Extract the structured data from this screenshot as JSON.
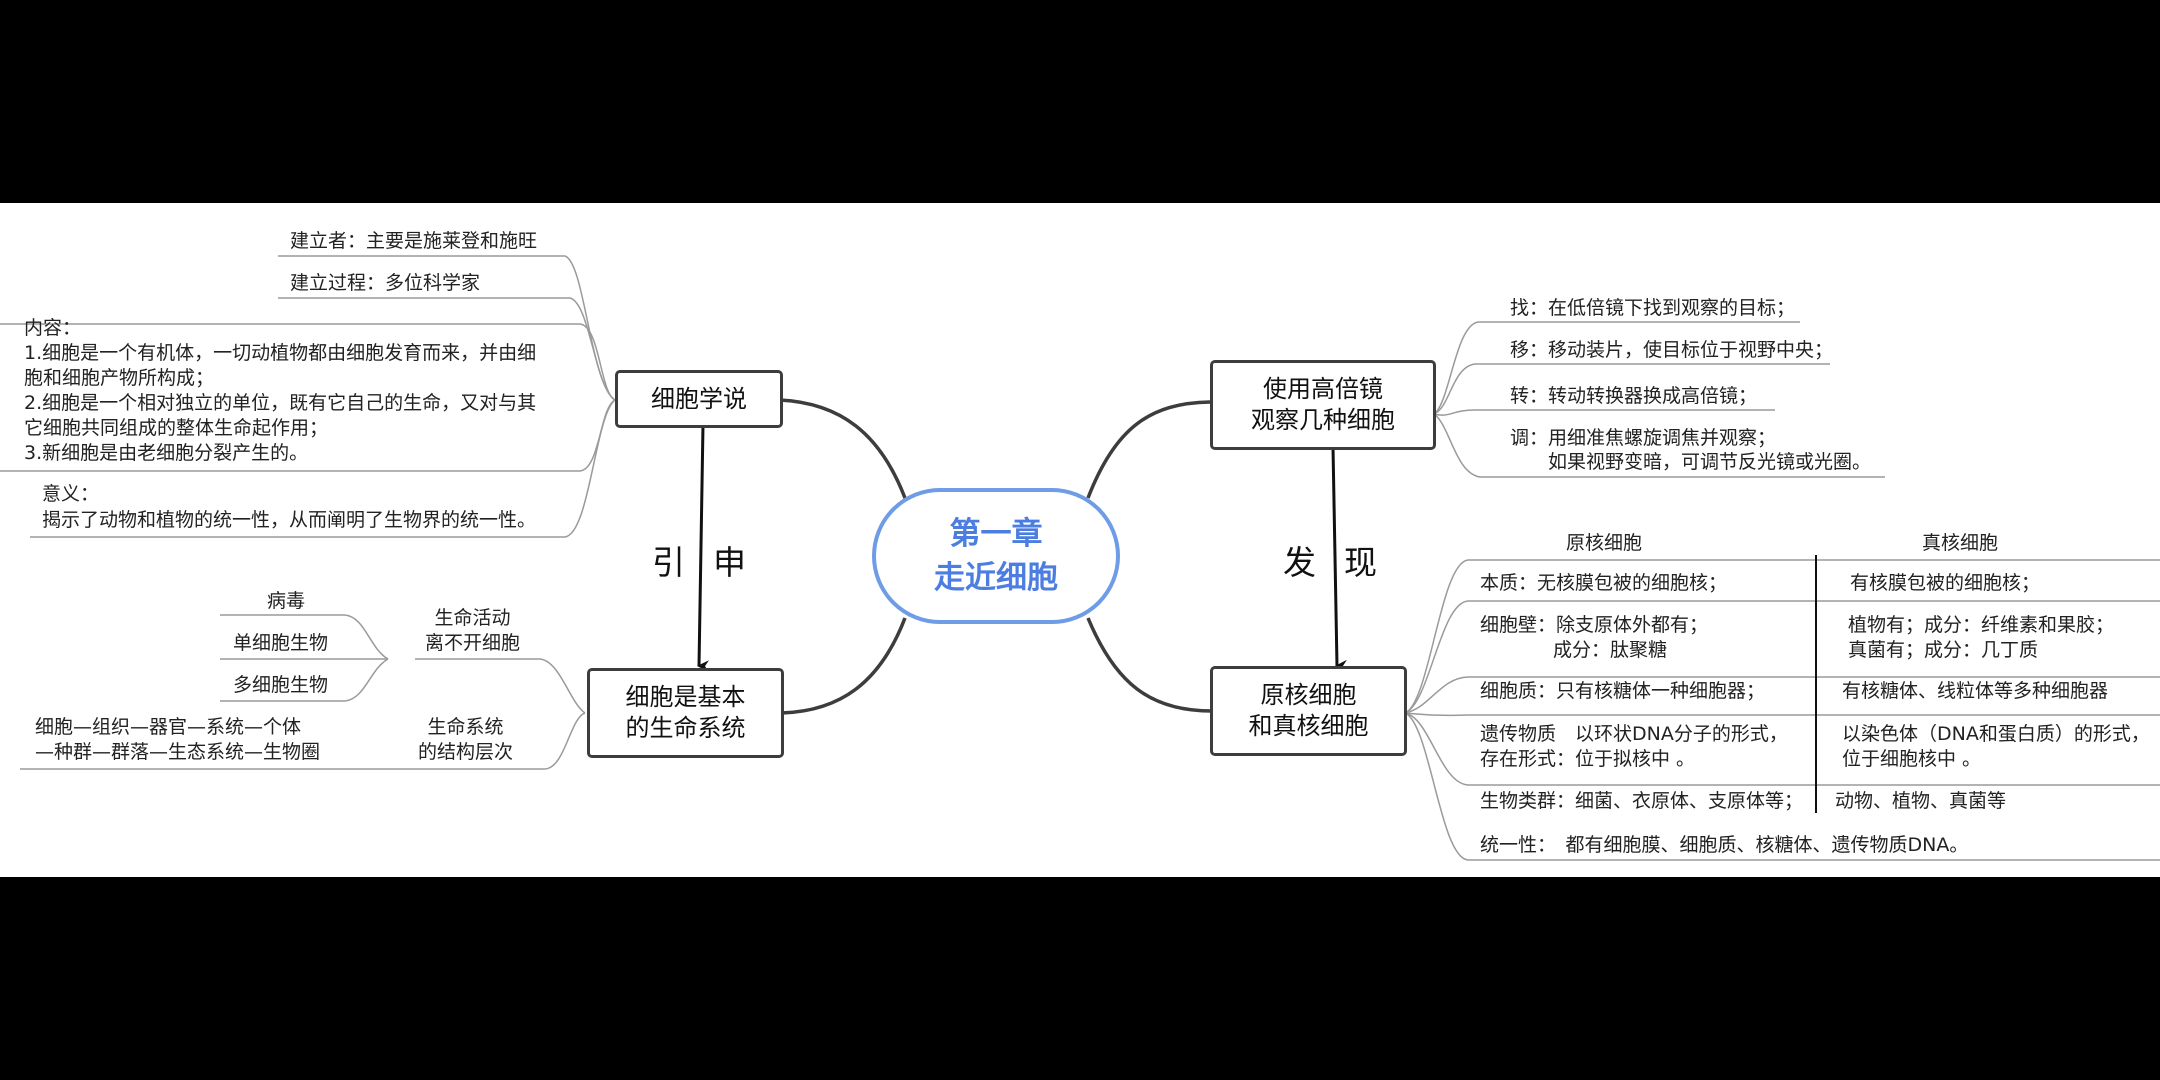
{
  "center": {
    "line1": "第一章",
    "line2": "走近细胞"
  },
  "nodes": {
    "cell_theory": "细胞学说",
    "life_system": [
      "细胞是基本",
      "的生命系统"
    ],
    "microscope": [
      "使用高倍镜",
      "观察几种细胞"
    ],
    "pro_euk": [
      "原核细胞",
      "和真核细胞"
    ]
  },
  "arrow_labels": {
    "extend": "引申",
    "discover": "发现"
  },
  "cell_theory": {
    "founder": "建立者：主要是施莱登和施旺",
    "process": "建立过程：多位科学家",
    "content_title": "内容：",
    "content_lines": [
      "1.细胞是一个有机体，一切动植物都由细胞发育而来，并由细",
      "胞和细胞产物所构成；",
      "2.细胞是一个相对独立的单位，既有它自己的生命，又对与其",
      "它细胞共同组成的整体生命起作用；",
      "3.新细胞是由老细胞分裂产生的。"
    ],
    "meaning_title": "意义：",
    "meaning_text": "揭示了动物和植物的统一性，从而阐明了生物界的统一性。"
  },
  "life_system": {
    "organisms": [
      "病毒",
      "单细胞生物",
      "多细胞生物"
    ],
    "activity": [
      "生命活动",
      "离不开细胞"
    ],
    "hierarchy_lines": [
      "细胞—组织—器官—系统—个体",
      "—种群—群落—生态系统—生物圈"
    ],
    "hierarchy_label": [
      "生命系统",
      "的结构层次"
    ]
  },
  "microscope": {
    "steps": [
      [
        "找：在低倍镜下找到观察的目标；"
      ],
      [
        "移：移动装片，使目标位于视野中央；"
      ],
      [
        "转：转动转换器换成高倍镜；"
      ],
      [
        "调：用细准焦螺旋调焦并观察；",
        "如果视野变暗，可调节反光镜或光圈。"
      ]
    ]
  },
  "comparison": {
    "headers": [
      "原核细胞",
      "真核细胞"
    ],
    "rows": [
      {
        "left": [
          "本质：无核膜包被的细胞核；"
        ],
        "right": [
          "有核膜包被的细胞核；"
        ]
      },
      {
        "left": [
          "细胞壁：除支原体外都有；",
          "成分：肽聚糖"
        ],
        "right": [
          "植物有；成分：纤维素和果胶；",
          "真菌有；成分：几丁质"
        ]
      },
      {
        "left": [
          "细胞质：只有核糖体一种细胞器；"
        ],
        "right": [
          "有核糖体、线粒体等多种细胞器"
        ]
      },
      {
        "left": [
          "遗传物质　以环状DNA分子的形式，",
          "存在形式：位于拟核中 。"
        ],
        "right": [
          "以染色体（DNA和蛋白质）的形式，",
          "位于细胞核中 。"
        ]
      },
      {
        "left": [
          "生物类群：细菌、衣原体、支原体等；"
        ],
        "right": [
          "动物、植物、真菌等"
        ]
      }
    ],
    "unity": "统一性：　都有细胞膜、细胞质、核糖体、遗传物质DNA。"
  },
  "colors": {
    "accent": "#6f9ce6",
    "center_text": "#4c7de0",
    "line": "#3d3d3d",
    "branch": "#9a9a9a"
  }
}
